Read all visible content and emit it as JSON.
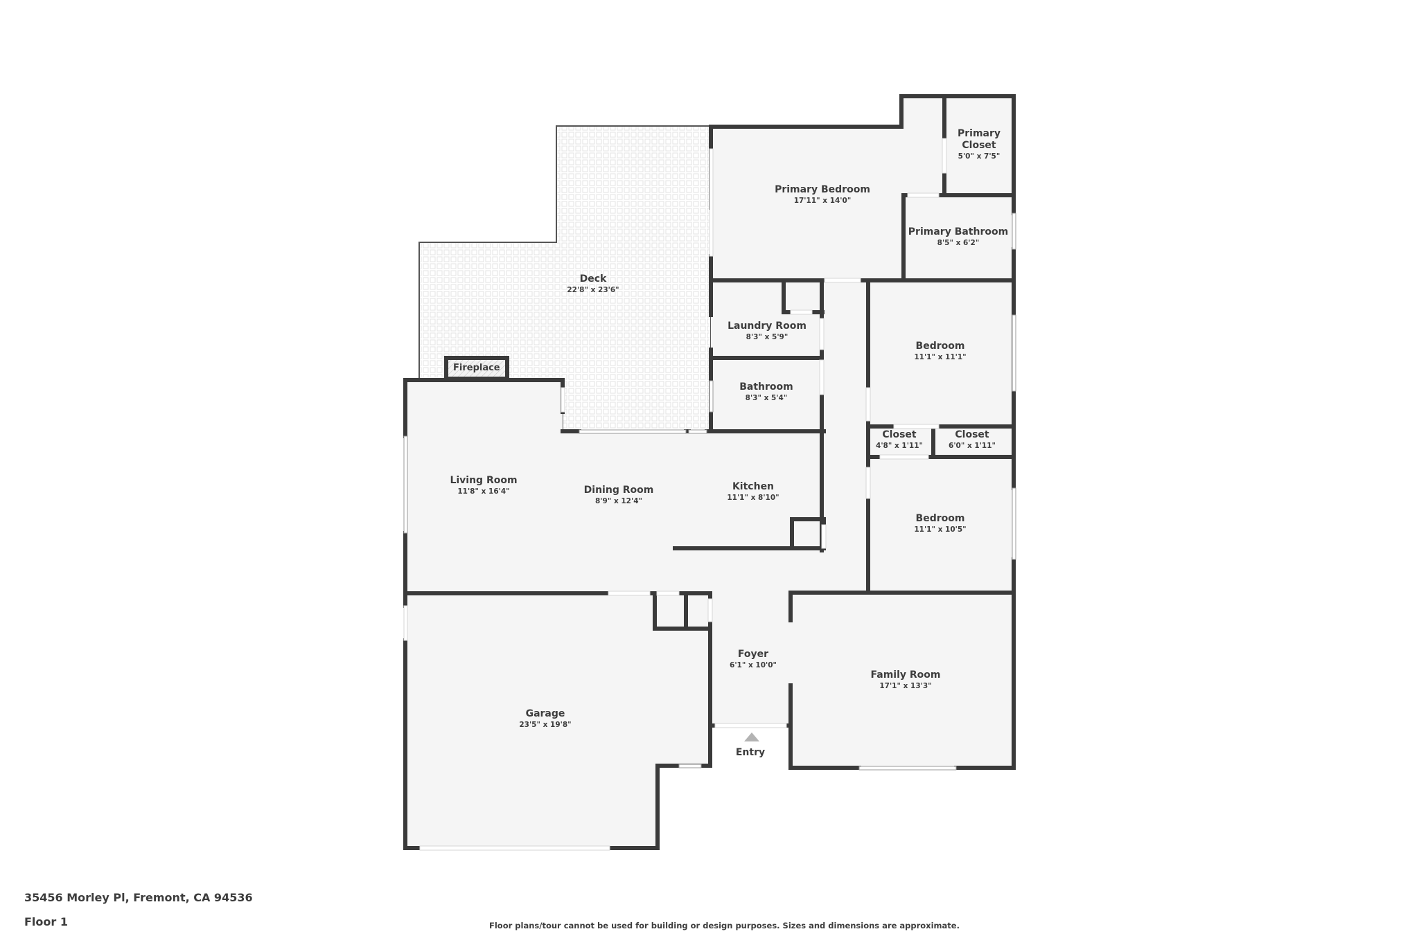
{
  "colors": {
    "wall": "#3a3a3a",
    "floor": "#f5f5f5",
    "deck_tile": "#e6e6e6",
    "opening": "#ffffff",
    "entry_marker": "#b3b3b3",
    "text": "#3d3d3d"
  },
  "rooms": {
    "primary_bedroom": {
      "name": "Primary Bedroom",
      "dims": "17'11\" x 14'0\""
    },
    "primary_closet": {
      "name_line1": "Primary",
      "name_line2": "Closet",
      "dims": "5'0\" x 7'5\""
    },
    "primary_bathroom": {
      "name": "Primary Bathroom",
      "dims": "8'5\" x 6'2\""
    },
    "deck": {
      "name": "Deck",
      "dims": "22'8\" x 23'6\""
    },
    "laundry_room": {
      "name": "Laundry Room",
      "dims": "8'3\" x 5'9\""
    },
    "bathroom": {
      "name": "Bathroom",
      "dims": "8'3\" x 5'4\""
    },
    "bedroom_1": {
      "name": "Bedroom",
      "dims": "11'1\" x 11'1\""
    },
    "closet_1": {
      "name": "Closet",
      "dims": "4'8\" x 1'11\""
    },
    "closet_2": {
      "name": "Closet",
      "dims": "6'0\" x 1'11\""
    },
    "living_room": {
      "name": "Living Room",
      "dims": "11'8\" x 16'4\""
    },
    "dining_room": {
      "name": "Dining Room",
      "dims": "8'9\" x 12'4\""
    },
    "kitchen": {
      "name": "Kitchen",
      "dims": "11'1\" x 8'10\""
    },
    "bedroom_2": {
      "name": "Bedroom",
      "dims": "11'1\" x 10'5\""
    },
    "foyer": {
      "name": "Foyer",
      "dims": "6'1\" x 10'0\""
    },
    "family_room": {
      "name": "Family Room",
      "dims": "17'1\" x 13'3\""
    },
    "garage": {
      "name": "Garage",
      "dims": "23'5\" x 19'8\""
    }
  },
  "fixtures": {
    "fireplace": "Fireplace",
    "entry": "Entry"
  },
  "footer": {
    "address": "35456 Morley Pl, Fremont, CA 94536",
    "floor": "Floor 1",
    "disclaimer": "Floor plans/tour cannot be used for building or design purposes. Sizes and dimensions are approximate."
  }
}
